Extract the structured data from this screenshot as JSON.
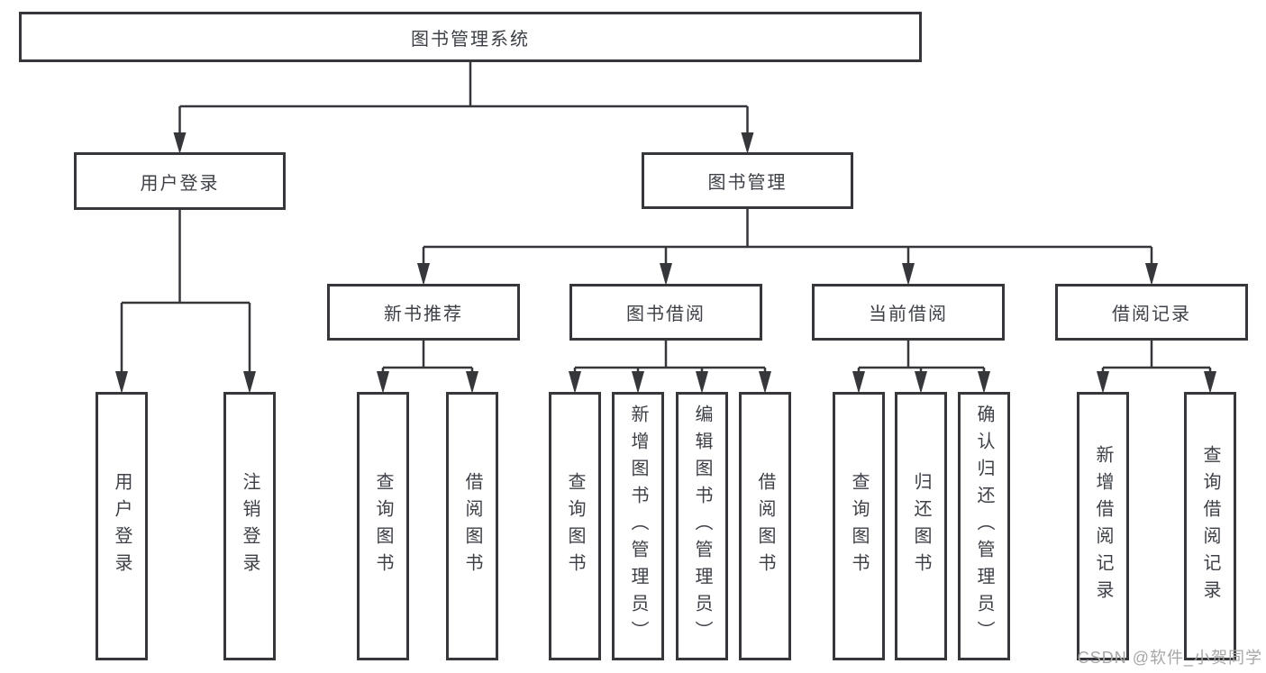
{
  "diagram": {
    "root": {
      "label": "图书管理系统"
    },
    "branches": [
      {
        "label": "用户登录",
        "children": [
          {
            "label": "用户登录"
          },
          {
            "label": "注销登录"
          }
        ]
      },
      {
        "label": "图书管理",
        "sections": [
          {
            "label": "新书推荐",
            "children": [
              {
                "label": "查询图书"
              },
              {
                "label": "借阅图书"
              }
            ]
          },
          {
            "label": "图书借阅",
            "children": [
              {
                "label": "查询图书"
              },
              {
                "label": "新增图书（管理员）"
              },
              {
                "label": "编辑图书（管理员）"
              },
              {
                "label": "借阅图书"
              }
            ]
          },
          {
            "label": "当前借阅",
            "children": [
              {
                "label": "查询图书"
              },
              {
                "label": "归还图书"
              },
              {
                "label": "确认归还（管理员）"
              }
            ]
          },
          {
            "label": "借阅记录",
            "children": [
              {
                "label": "新增借阅记录"
              },
              {
                "label": "查询借阅记录"
              }
            ]
          }
        ]
      }
    ]
  },
  "watermark": {
    "text": "CSDN @软件_小贺同学"
  },
  "colors": {
    "line": "#35373b",
    "text": "#3d4147",
    "background": "#ffffff",
    "watermark": "#a6a6a6"
  }
}
